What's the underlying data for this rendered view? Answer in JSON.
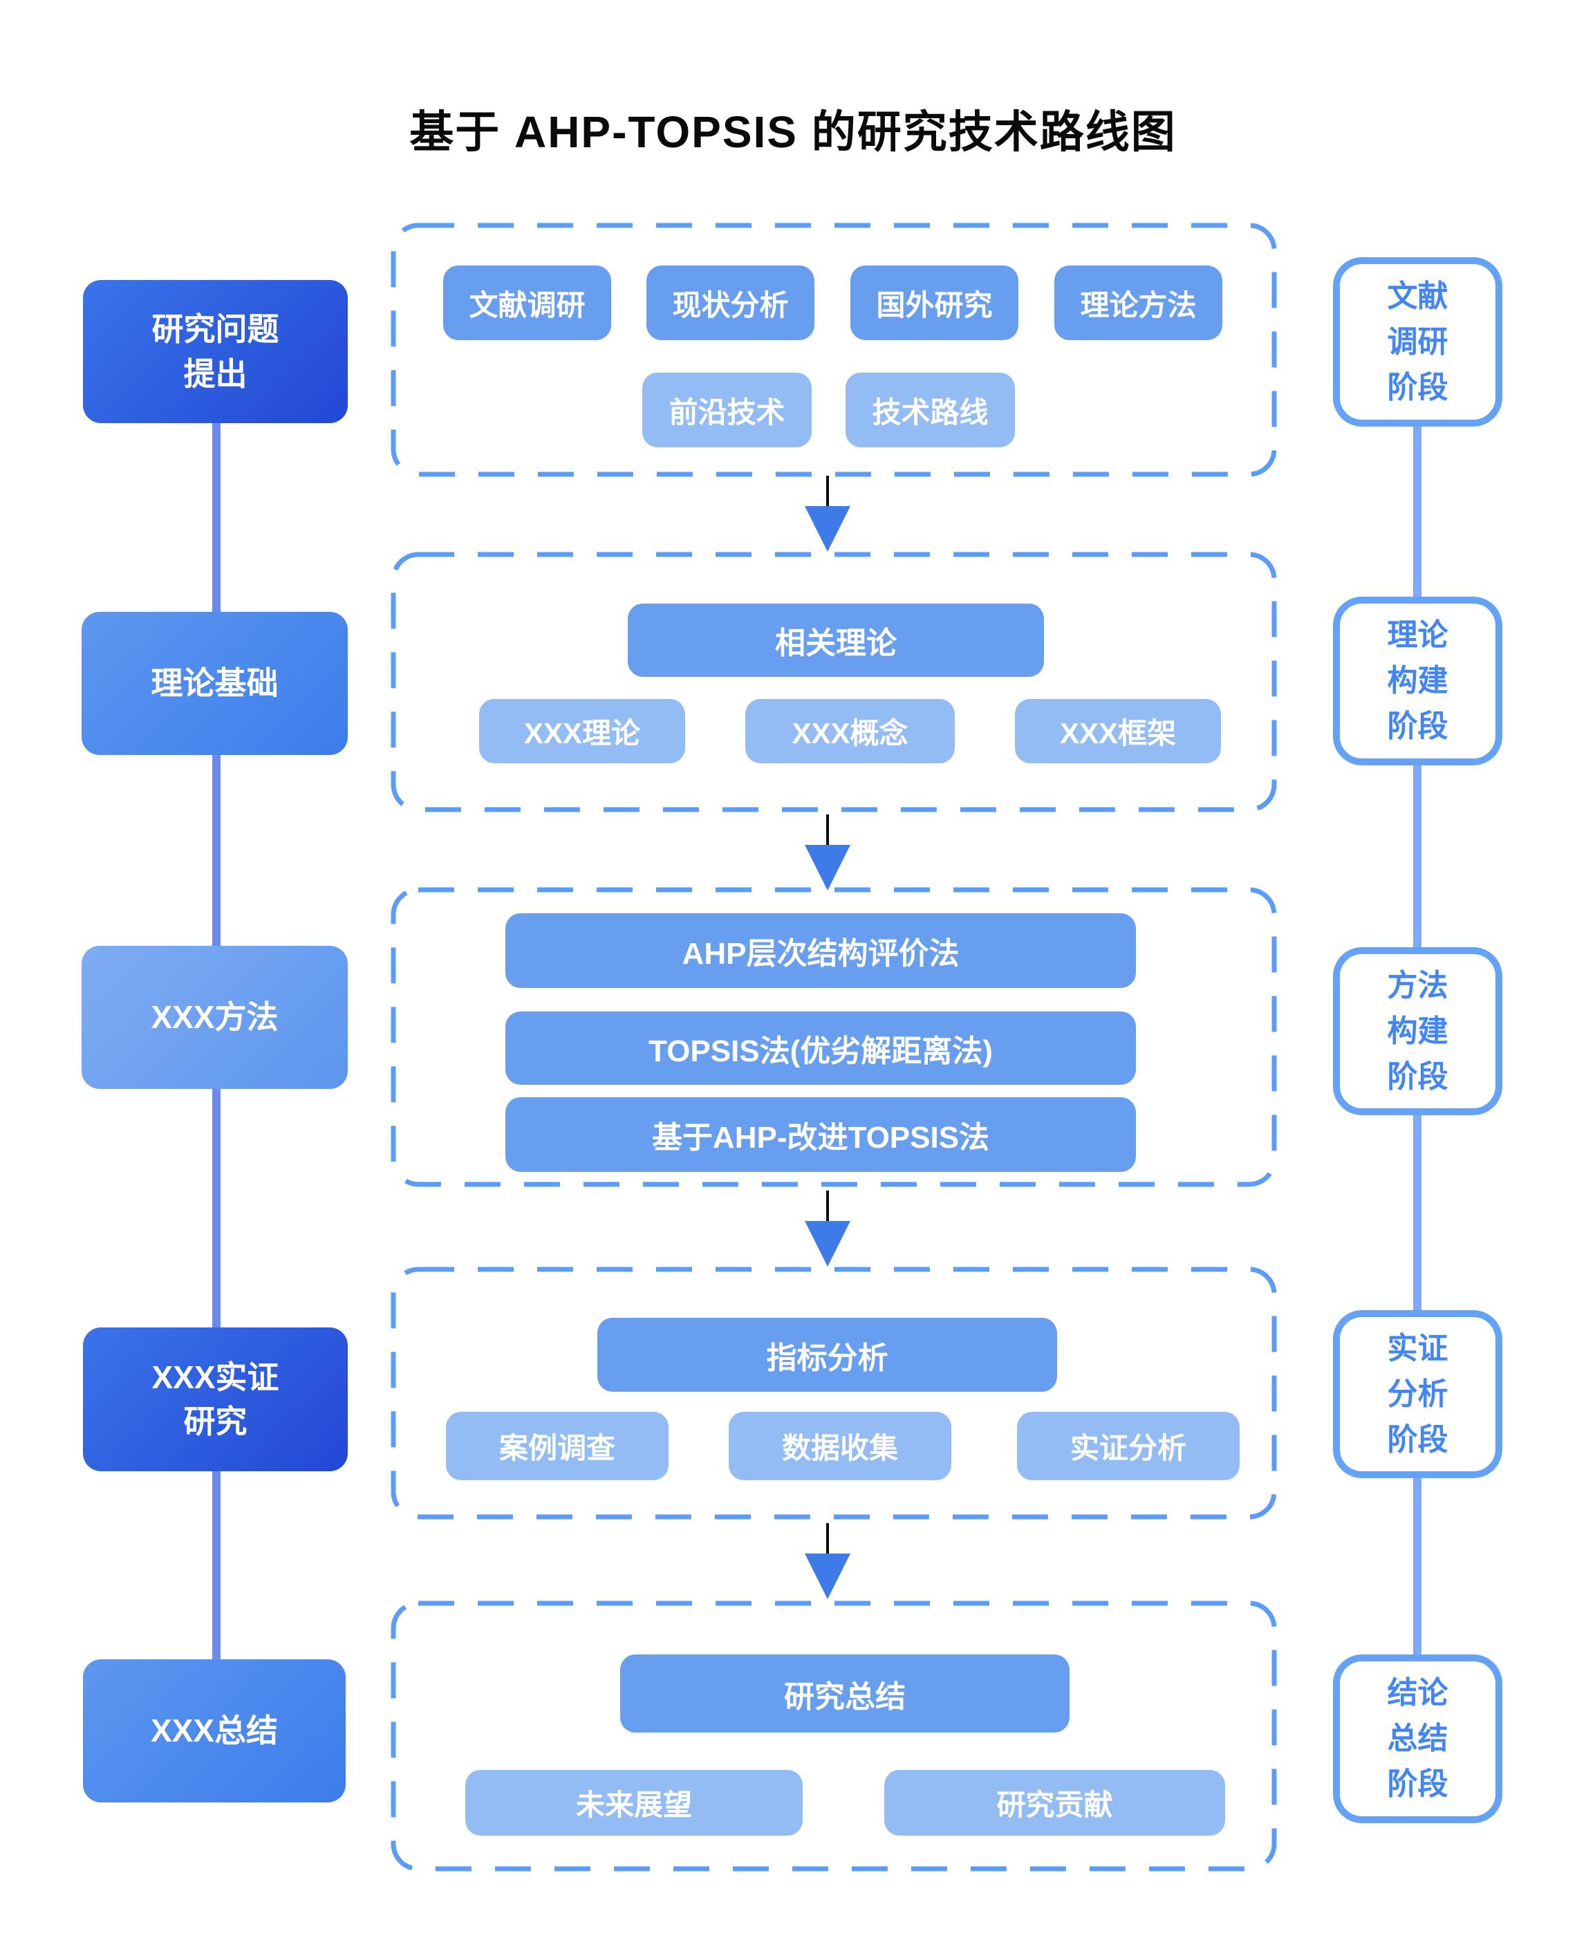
{
  "title": "基于 AHP-TOPSIS 的研究技术路线图",
  "colors": {
    "stage_dark_start": "#3A74E9",
    "stage_dark_end": "#2247D5",
    "stage_mid_start": "#5D97EF",
    "stage_mid_end": "#3C7DEC",
    "stage_light_start": "#7FACF2",
    "stage_light_end": "#5C96EE",
    "item_medium": "#689EF0",
    "item_light": "#93BCF5",
    "dashed_border": "#5B9CF8",
    "phase_border": "#64A2F8",
    "phase_text": "#4285F4",
    "left_connector": "#6B89EC",
    "right_connector": "#7FA9F2",
    "arrow_head": "#3E7BE8",
    "arrow_stem": "#0a0a0a",
    "title_text": "#0a0a0a"
  },
  "sections": [
    {
      "stage": "研究问题\n提出",
      "phase": "文献\n调研\n阶段",
      "items": [
        "文献调研",
        "现状分析",
        "国外研究",
        "理论方法",
        "前沿技术",
        "技术路线"
      ]
    },
    {
      "stage": "理论基础",
      "phase": "理论\n构建\n阶段",
      "items": [
        "相关理论",
        "XXX理论",
        "XXX概念",
        "XXX框架"
      ]
    },
    {
      "stage": "XXX方法",
      "phase": "方法\n构建\n阶段",
      "items": [
        "AHP层次结构评价法",
        "TOPSIS法(优劣解距离法)",
        "基于AHP-改进TOPSIS法"
      ]
    },
    {
      "stage": "XXX实证\n研究",
      "phase": "实证\n分析\n阶段",
      "items": [
        "指标分析",
        "案例调查",
        "数据收集",
        "实证分析"
      ]
    },
    {
      "stage": "XXX总结",
      "phase": "结论\n总结\n阶段",
      "items": [
        "研究总结",
        "未来展望",
        "研究贡献"
      ]
    }
  ]
}
